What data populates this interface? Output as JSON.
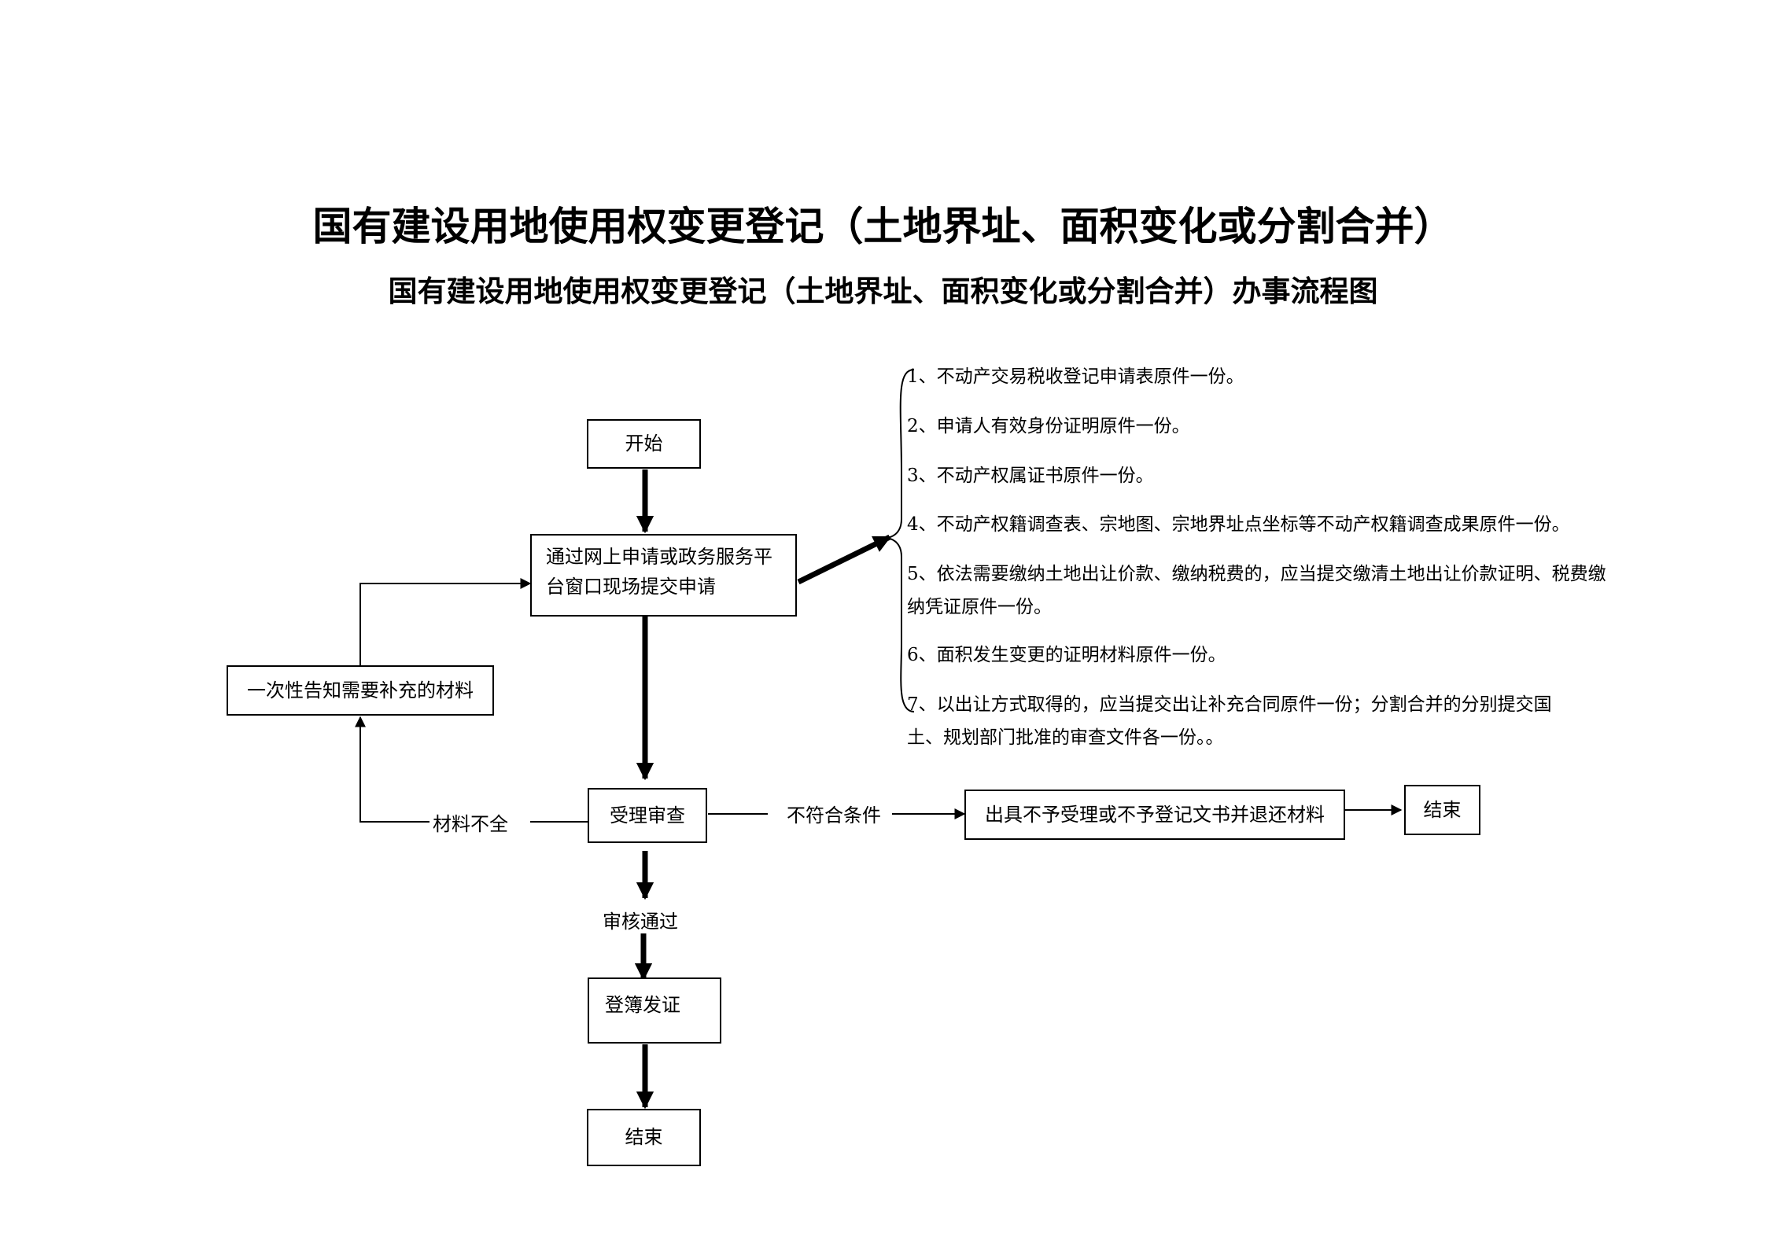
{
  "title": "国有建设用地使用权变更登记（土地界址、面积变化或分割合并）",
  "subtitle": "国有建设用地使用权变更登记（土地界址、面积变化或分割合并）办事流程图",
  "nodes": {
    "start": "开始",
    "submit": "通过网上申请或政务服务平台窗口现场提交申请",
    "notify": "一次性告知需要补充的材料",
    "review": "受理审查",
    "reject": "出具不予受理或不予登记文书并退还材料",
    "end_reject": "结束",
    "register": "登簿发证",
    "end": "结束"
  },
  "edge_labels": {
    "incomplete": "材料不全",
    "not_eligible": "不符合条件",
    "approved": "审核通过"
  },
  "requirements": [
    "1、不动产交易税收登记申请表原件一份。",
    "2、申请人有效身份证明原件一份。",
    "3、不动产权属证书原件一份。",
    "4、不动产权籍调查表、宗地图、宗地界址点坐标等不动产权籍调查成果原件一份。",
    "5、依法需要缴纳土地出让价款、缴纳税费的，应当提交缴清土地出让价款证明、税费缴纳凭证原件一份。",
    "6、面积发生变更的证明材料原件一份。",
    "7、以出让方式取得的，应当提交出让补充合同原件一份；分割合并的分别提交国土、规划部门批准的审查文件各一份。。"
  ]
}
